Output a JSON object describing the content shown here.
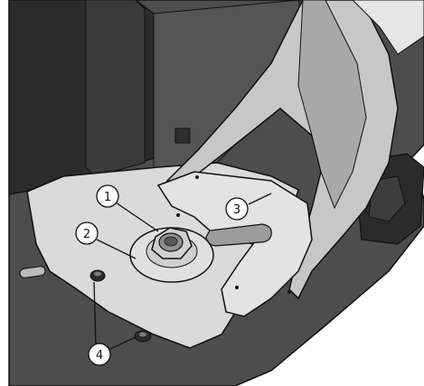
{
  "figure": {
    "type": "technical-illustration",
    "style": "grayscale",
    "callouts": [
      {
        "label": "1",
        "part": "nut"
      },
      {
        "label": "2",
        "part": "washer"
      },
      {
        "label": "3",
        "part": "mounting-slot"
      },
      {
        "label": "4",
        "part": "screws"
      }
    ]
  },
  "colors": {
    "background": "#ffffff",
    "dark_base": "#4a4a4a",
    "mid_gray": "#8a8a8a",
    "plate": "#d9d9d9",
    "bracket": "#c4c4c4",
    "outline": "#111111"
  }
}
